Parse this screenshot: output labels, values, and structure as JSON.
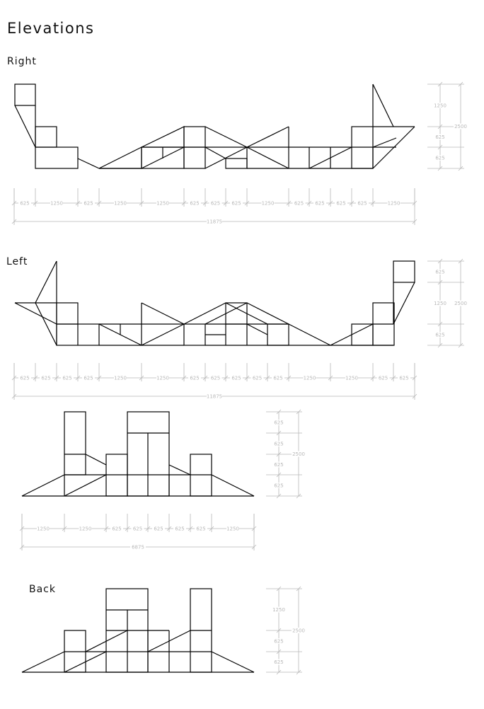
{
  "title": "Elevations",
  "views": {
    "right": {
      "label": "Right",
      "horizontal_segments": [
        "625",
        "1250",
        "625",
        "1250",
        "1250",
        "625",
        "625",
        "625",
        "1250",
        "625",
        "625",
        "625",
        "625",
        "1250"
      ],
      "horizontal_total": "11875",
      "vertical_segments": [
        "1250",
        "625",
        "625"
      ],
      "vertical_total": "2500"
    },
    "left": {
      "label": "Left",
      "horizontal_segments": [
        "625",
        "625",
        "625",
        "625",
        "1250",
        "1250",
        "625",
        "625",
        "625",
        "625",
        "625",
        "1250",
        "1250",
        "625",
        "625"
      ],
      "horizontal_total": "11875",
      "vertical_segments": [
        "625",
        "1250",
        "625"
      ],
      "vertical_total": "2500"
    },
    "front": {
      "label": "",
      "horizontal_segments": [
        "1250",
        "1250",
        "625",
        "625",
        "625",
        "625",
        "625",
        "1250"
      ],
      "horizontal_total": "6875",
      "vertical_segments": [
        "625",
        "625",
        "625",
        "625"
      ],
      "vertical_total": "2500"
    },
    "back": {
      "label": "Back",
      "vertical_segments": [
        "1250",
        "625",
        "625"
      ],
      "vertical_total": "2500"
    }
  },
  "colors": {
    "line": "#000000",
    "dimension": "#b8b8b8"
  }
}
